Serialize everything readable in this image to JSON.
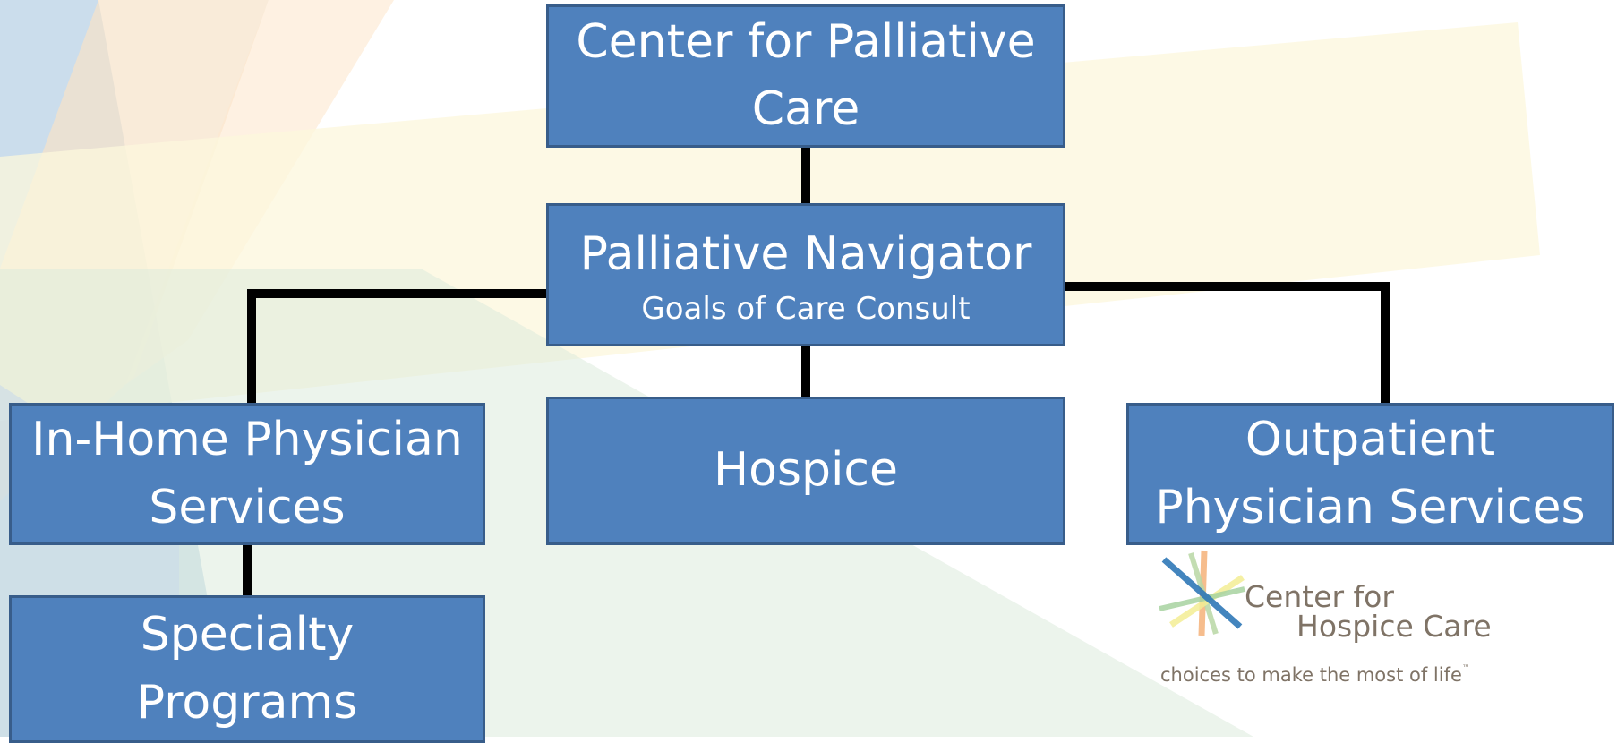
{
  "nodes": {
    "center": {
      "line1": "Center for Palliative",
      "line2": "Care"
    },
    "navigator": {
      "title": "Palliative Navigator",
      "subtitle": "Goals of Care Consult"
    },
    "in_home": {
      "line1": "In-Home Physician",
      "line2": "Services"
    },
    "hospice": {
      "line1": "Hospice"
    },
    "outpatient": {
      "line1": "Outpatient",
      "line2": "Physician Services"
    },
    "specialty": {
      "line1": "Specialty",
      "line2": "Programs"
    }
  },
  "logo": {
    "name_line1": "Center for",
    "name_line2": "Hospice Care",
    "tagline": "choices to make the most of life",
    "trademark": "™"
  },
  "colors": {
    "box_fill": "#4f81bd",
    "box_border": "#385d8a",
    "connector": "#000000",
    "logo_text": "#7f7366"
  },
  "edges": [
    [
      "center",
      "navigator"
    ],
    [
      "navigator",
      "in_home"
    ],
    [
      "navigator",
      "hospice"
    ],
    [
      "navigator",
      "outpatient"
    ],
    [
      "in_home",
      "specialty"
    ]
  ]
}
